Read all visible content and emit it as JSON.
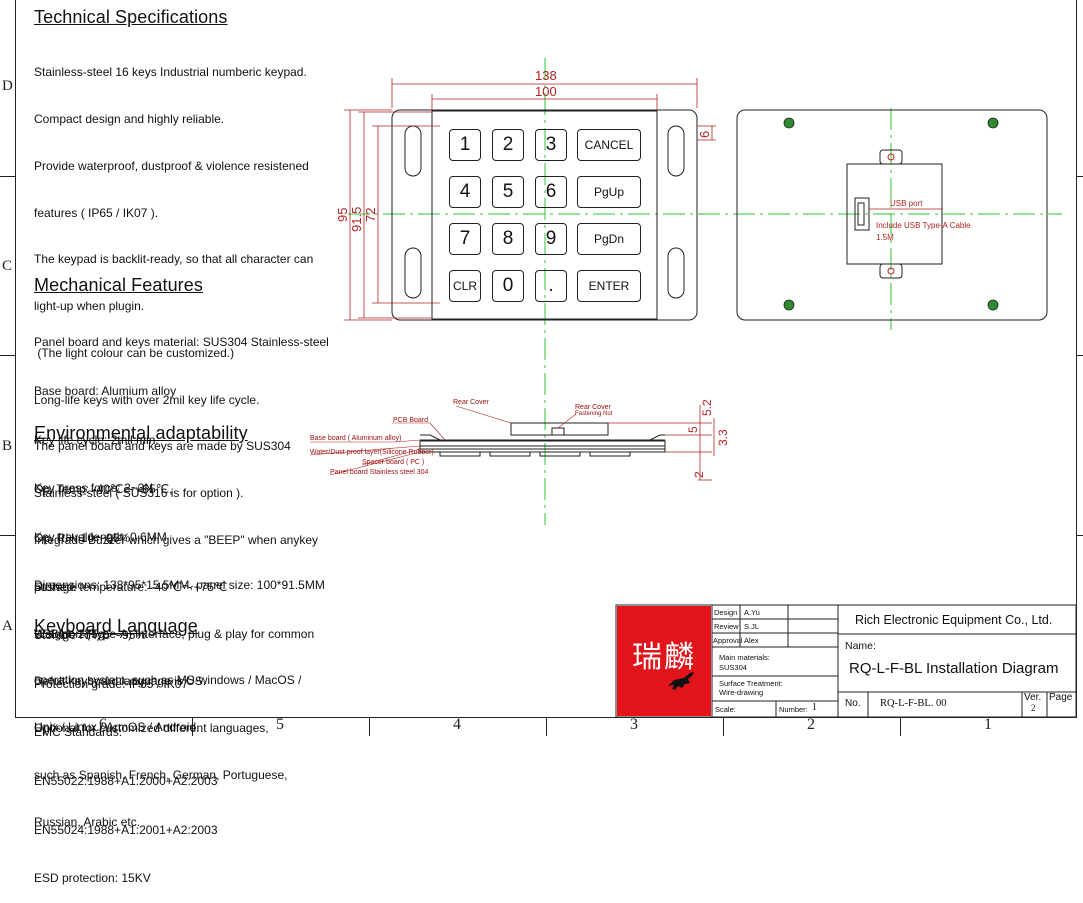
{
  "zones": {
    "letters_left": [
      "D",
      "C",
      "B",
      "A"
    ],
    "columns": [
      "6",
      "5",
      "4",
      "3",
      "2",
      "1"
    ]
  },
  "tech": {
    "heading": "Technical Specifications",
    "lines": [
      "Stainless-steel 16 keys Industrial numberic keypad.",
      "Compact design and highly reliable.",
      "Provide waterproof, dustproof & violence resistened",
      "features ( IP65 / IK07 ).",
      "The keypad is backlit-ready, so that all character can",
      "light-up when plugin.",
      " (The light colour can be customized.)",
      "Long-life keys with over 2mil key life cycle.",
      "The panel board and keys are made by SUS304",
      "Stainless-steel ( SUS316 is for option ).",
      "Integrade Buzzer which gives a \"BEEP\" when anykey",
      "pushed.",
      "USB port (Type-A) interface, plug & play for common",
      "operation system, such as MS-windows / MacOS /",
      "Unix / Linux / ArmOS / Android."
    ]
  },
  "mech": {
    "heading": "Mechanical Features",
    "lines": [
      "Panel board and keys material: SUS304 Stainless-steel",
      "Base board: Alumium alloy",
      "Key life cycle: 2mil min.",
      "Key press force: 2~3N",
      "Key travel length: 0.6MM",
      "Dimensions: 138*95*15.5MM, panel size: 100*91.5MM",
      "Weight: 275g"
    ]
  },
  "env": {
    "heading": "Environmental adaptability",
    "lines": [
      "Op. Temp: -40℃～+65℃,",
      "Op. RH: 10～95%",
      "Storage temperature: -40℃～+75℃",
      "Storage RH: 5～95%",
      "Protection grade: IP65 / IK07",
      "EMC Standards:",
      "EN55022:1988+A1:2000+A2:2003",
      "EN55024:1988+A1:2001+A2:2003",
      "ESD protection: 15KV"
    ]
  },
  "lang": {
    "heading": "Keyboard Language",
    "lines": [
      "Defult keyboard language is US.",
      "Optional for customized different languages,",
      "such as Spanish, French, German, Portuguese,",
      "Russian, Arabic etc."
    ]
  },
  "keys": [
    [
      "1",
      "2",
      "3",
      "CANCEL"
    ],
    [
      "4",
      "5",
      "6",
      "PgUp"
    ],
    [
      "7",
      "8",
      "9",
      "PgDn"
    ],
    [
      "CLR",
      "0",
      ".",
      "ENTER"
    ]
  ],
  "dims": {
    "width_overall": "138",
    "width_panel": "100",
    "height_overall": "95",
    "height_panel": "91.5",
    "height_keys": "72",
    "offset": "6",
    "side_5_2": "5.2",
    "side_5": "5",
    "side_3_3": "3.3",
    "side_2": "2"
  },
  "back_view": {
    "usb_label": "USB port",
    "cable_label_1": "Include USB Type-A Cable",
    "cable_label_2": "1.5M"
  },
  "side_view": {
    "labels": [
      "Rear Cover",
      "Rear  Cover",
      "Fastening Nut",
      "PCB Board",
      "Base board ( Aluminum alloy)",
      "Water/Dust proof layer(Silicone Rubber)",
      "Spacer board ( PC )",
      "Panel board  Stainless steel 304"
    ]
  },
  "title_block": {
    "company": "Rich Electronic Equipment Co., Ltd.",
    "name_label": "Name:",
    "drawing_name": "RQ-L-F-BL Installation Diagram",
    "no_label": "No.",
    "no_value": "RQ-L-F-BL. 00",
    "ver_label": "Ver.",
    "ver_value": "2",
    "page_label": "Page",
    "design_label": "Design",
    "design_value": "A.Yu",
    "review_label": "Review",
    "review_value": "S.JL",
    "approval_label": "Approval",
    "approval_value": "Alex",
    "material_label": "Main materials:",
    "material_value": "SUS304",
    "surface_label": "Surface Treatment:",
    "surface_value": "Wire-drawing",
    "scale_label": "Scale:",
    "number_label": "Number:",
    "number_value": "1",
    "logo_text": "瑞麟"
  },
  "colors": {
    "logo_red": "#e1141b",
    "center_line": "#2ec42e",
    "dim_red": "#b22222",
    "ink": "#222222"
  }
}
